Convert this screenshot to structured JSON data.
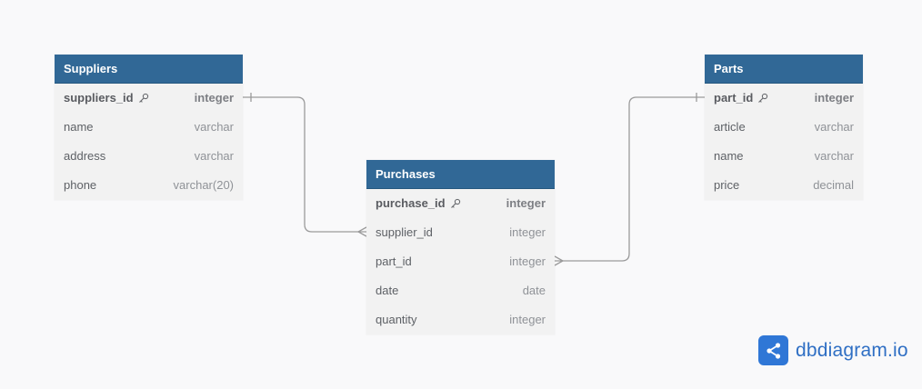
{
  "tables": {
    "suppliers": {
      "title": "Suppliers",
      "fields": [
        {
          "name": "suppliers_id",
          "type": "integer",
          "pk": true
        },
        {
          "name": "name",
          "type": "varchar"
        },
        {
          "name": "address",
          "type": "varchar"
        },
        {
          "name": "phone",
          "type": "varchar(20)"
        }
      ]
    },
    "purchases": {
      "title": "Purchases",
      "fields": [
        {
          "name": "purchase_id",
          "type": "integer",
          "pk": true
        },
        {
          "name": "supplier_id",
          "type": "integer"
        },
        {
          "name": "part_id",
          "type": "integer"
        },
        {
          "name": "date",
          "type": "date"
        },
        {
          "name": "quantity",
          "type": "integer"
        }
      ]
    },
    "parts": {
      "title": "Parts",
      "fields": [
        {
          "name": "part_id",
          "type": "integer",
          "pk": true
        },
        {
          "name": "article",
          "type": "varchar"
        },
        {
          "name": "name",
          "type": "varchar"
        },
        {
          "name": "price",
          "type": "decimal"
        }
      ]
    }
  },
  "brand": {
    "name": "dbdiagram.io"
  },
  "colors": {
    "header": "#316896",
    "body": "#f2f2f2",
    "line": "#9a9a9a",
    "brand": "#2f77d6"
  }
}
